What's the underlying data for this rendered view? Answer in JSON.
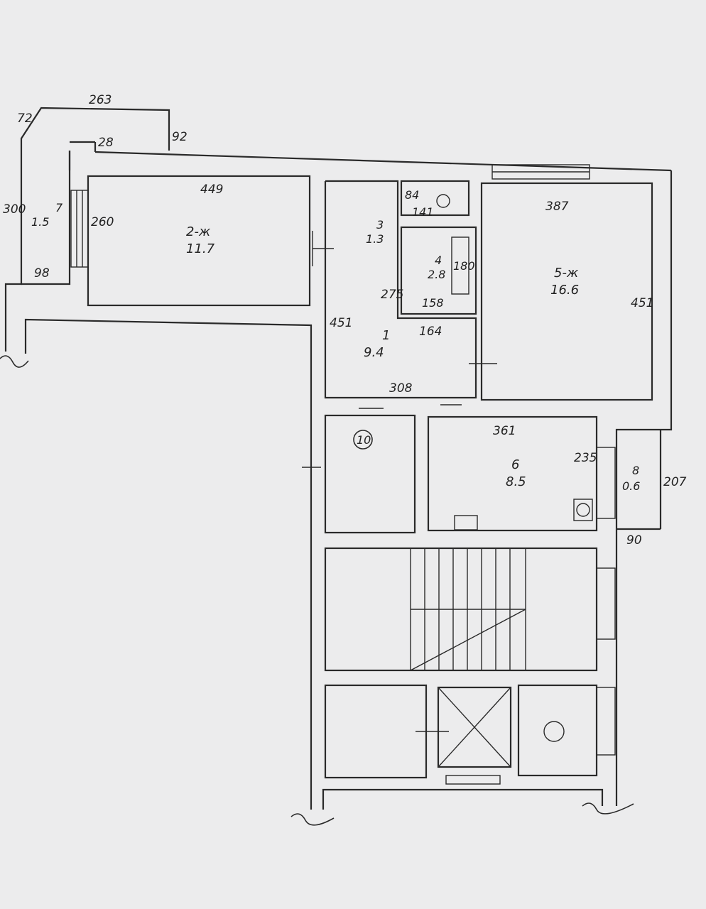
{
  "rooms": [
    {
      "number": "2-ж",
      "area": "11.7"
    },
    {
      "number": "3",
      "area": "1.3"
    },
    {
      "number": "4",
      "area": "2.8"
    },
    {
      "number": "5-ж",
      "area": "16.6"
    },
    {
      "number": "1",
      "area": "9.4"
    },
    {
      "number": "6",
      "area": "8.5"
    },
    {
      "number": "7",
      "area": "1.5"
    },
    {
      "number": "8",
      "area": "0.6"
    }
  ],
  "marker": "10",
  "dimensions": {
    "d263": "263",
    "d72": "72",
    "d92": "92",
    "d28": "28",
    "d300": "300",
    "d98": "98",
    "d260": "260",
    "d449": "449",
    "d84": "84",
    "d141": "141",
    "d180": "180",
    "d275": "275",
    "d158": "158",
    "d451a": "451",
    "d164": "164",
    "d308": "308",
    "d387": "387",
    "d451b": "451",
    "d361": "361",
    "d235": "235",
    "d207": "207",
    "d90": "90"
  }
}
